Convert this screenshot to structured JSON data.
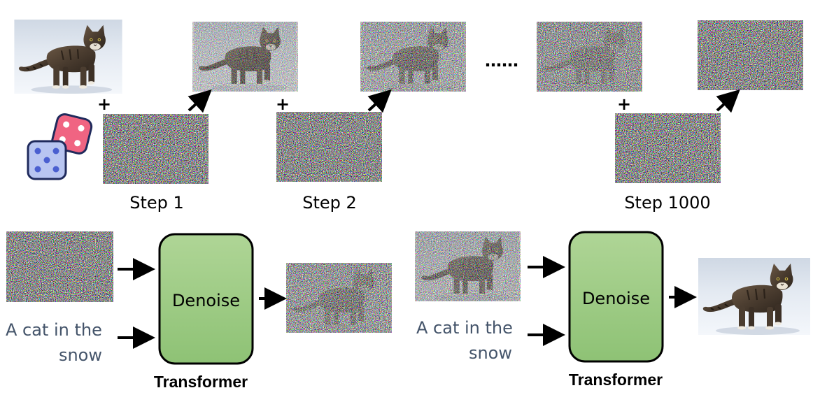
{
  "forward": {
    "plus_sign": "+",
    "ellipsis": "……",
    "steps": [
      {
        "label": "Step 1",
        "input_noise_level": 0.0,
        "output_noise_level": 0.35
      },
      {
        "label": "Step 2",
        "input_noise_level": 0.35,
        "output_noise_level": 0.65
      },
      {
        "label": "Step 1000",
        "input_noise_level": 0.85,
        "output_noise_level": 1.0
      }
    ]
  },
  "reverse": {
    "stages": [
      {
        "input_noise_level": 1.0,
        "output_noise_level": 0.8,
        "prompt_line1": "A cat in the",
        "prompt_line2": "snow",
        "block_label": "Denoise",
        "block_caption": "Transformer"
      },
      {
        "input_noise_level": 0.55,
        "output_noise_level": 0.0,
        "prompt_line1": "A cat in the",
        "prompt_line2": "snow",
        "block_label": "Denoise",
        "block_caption": "Transformer"
      }
    ]
  },
  "colors": {
    "block_fill_top": "#a9d18e",
    "block_fill_bottom": "#92c47a",
    "block_stroke": "#000000",
    "prompt_text": "#44546a",
    "snow": "#e9eef5",
    "dice_pink": "#f06482",
    "dice_blue": "#a9b8ee"
  },
  "icons": {
    "dice": "dice-icon",
    "arrow": "arrow-icon",
    "cat": "cat-photo"
  }
}
